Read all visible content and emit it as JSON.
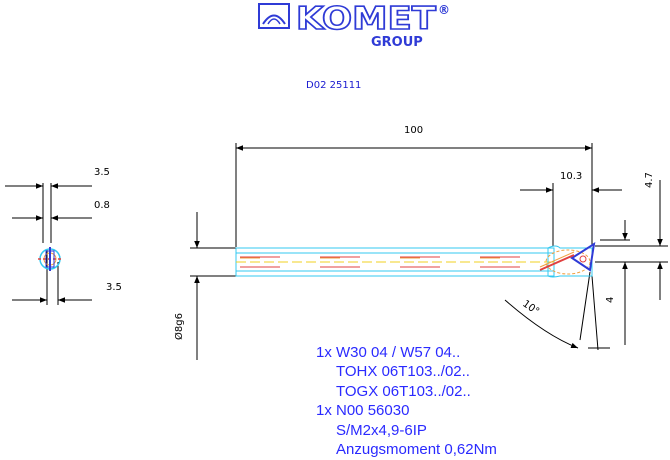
{
  "logo": {
    "name": "KOMET",
    "mark": "®",
    "group": "GROUP"
  },
  "part_number": "D02 25111",
  "dimensions": {
    "length": "100",
    "offset": "10.3",
    "height": "4.7",
    "width_bottom": "4",
    "angle": "10°",
    "diameter": "Ø8g6",
    "side_top": "3.5",
    "side_mid": "0.8",
    "side_bottom": "3.5"
  },
  "notes": [
    "1x W30 04 / W57 04..",
    "TOHX 06T103../02..",
    "TOGX 06T103../02..",
    "1x N00 56030",
    "S/M2x4,9-6IP",
    "Anzugsmoment 0,62Nm"
  ],
  "colors": {
    "logo": "#2f3bd6",
    "notes": "#2a2aff",
    "part_number": "#1a1ad0",
    "tool_outline": "#33c8f0",
    "accent": "#e04040",
    "centerline": "#f0d020"
  }
}
